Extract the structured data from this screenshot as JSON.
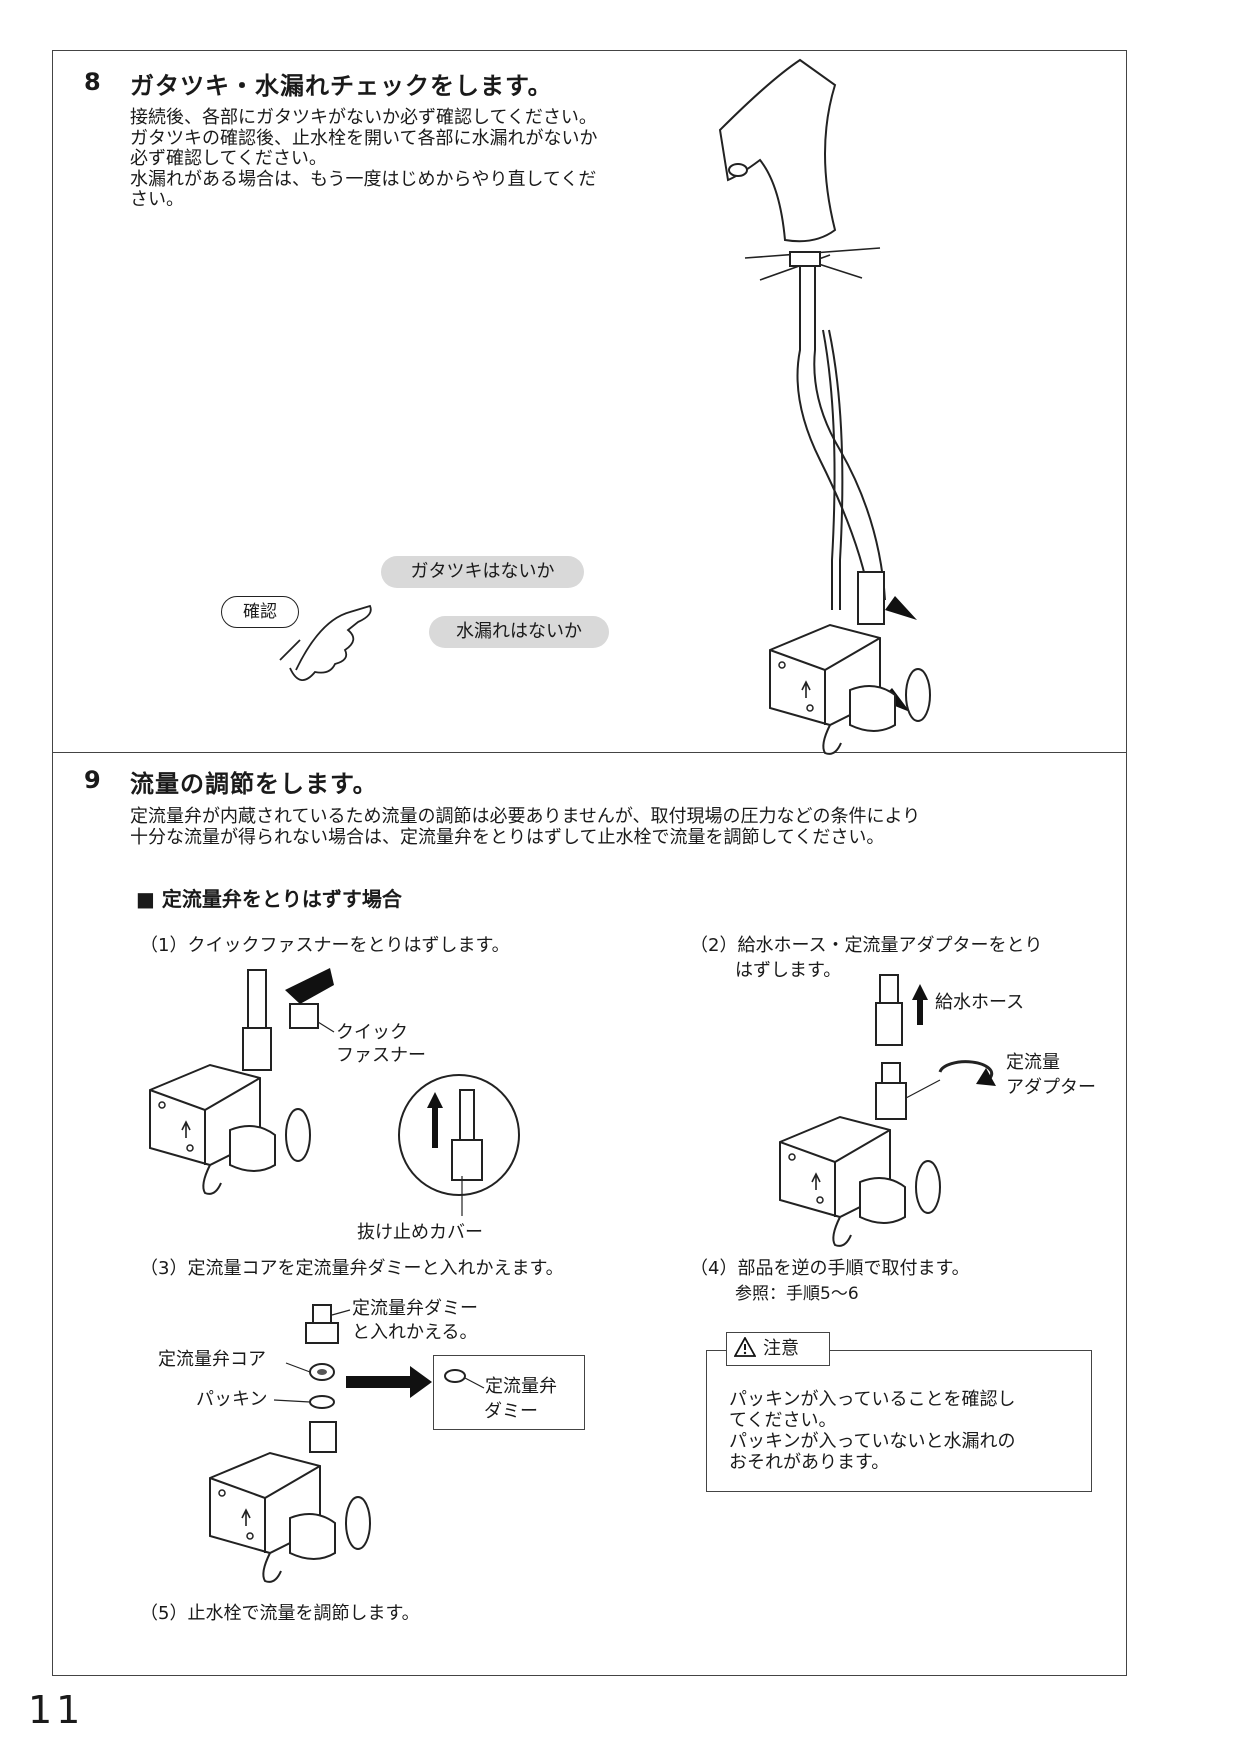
{
  "page_number": "11",
  "step8": {
    "number": "8",
    "title": "ガタツキ・水漏れチェックをします。",
    "lines": [
      "接続後、各部にガタツキがないか必ず確認してください。",
      "ガタツキの確認後、止水栓を開いて各部に水漏れがないか",
      "必ず確認してください。",
      "水漏れがある場合は、もう一度はじめからやり直してくだ",
      "さい。"
    ],
    "check_badge": "確認",
    "pill1": "ガタツキはないか",
    "pill2": "水漏れはないか"
  },
  "step9": {
    "number": "9",
    "title": "流量の調節をします。",
    "lines": [
      "定流量弁が内蔵されているため流量の調節は必要ありませんが、取付現場の圧力などの条件により",
      "十分な流量が得られない場合は、定流量弁をとりはずして止水栓で流量を調節してください。"
    ],
    "section_title": "■ 定流量弁をとりはずす場合",
    "sub1": "（1）クイックファスナーをとりはずします。",
    "label_quick1": "クイック",
    "label_quick2": "ファスナー",
    "label_nukedome": "抜け止めカバー",
    "sub2_line1": "（2）給水ホース・定流量アダプターをとり",
    "sub2_line2": "はずします。",
    "label_hose": "給水ホース",
    "label_adapter1": "定流量",
    "label_adapter2": "アダプター",
    "sub3": "（3）定流量コアを定流量弁ダミーと入れかえます。",
    "label_dummy_swap1": "定流量弁ダミー",
    "label_dummy_swap2": "と入れかえる。",
    "label_core": "定流量弁コア",
    "label_packing": "パッキン",
    "label_dummy1": "定流量弁",
    "label_dummy2": "ダミー",
    "sub4": "（4）部品を逆の手順で取付ます。",
    "sub4_ref": "参照：手順5〜6",
    "caution_title": "注意",
    "caution_lines": [
      "パッキンが入っていることを確認し",
      "てください。",
      "パッキンが入っていないと水漏れの",
      "おそれがあります。"
    ],
    "sub5": "（5）止水栓で流量を調節します。"
  }
}
